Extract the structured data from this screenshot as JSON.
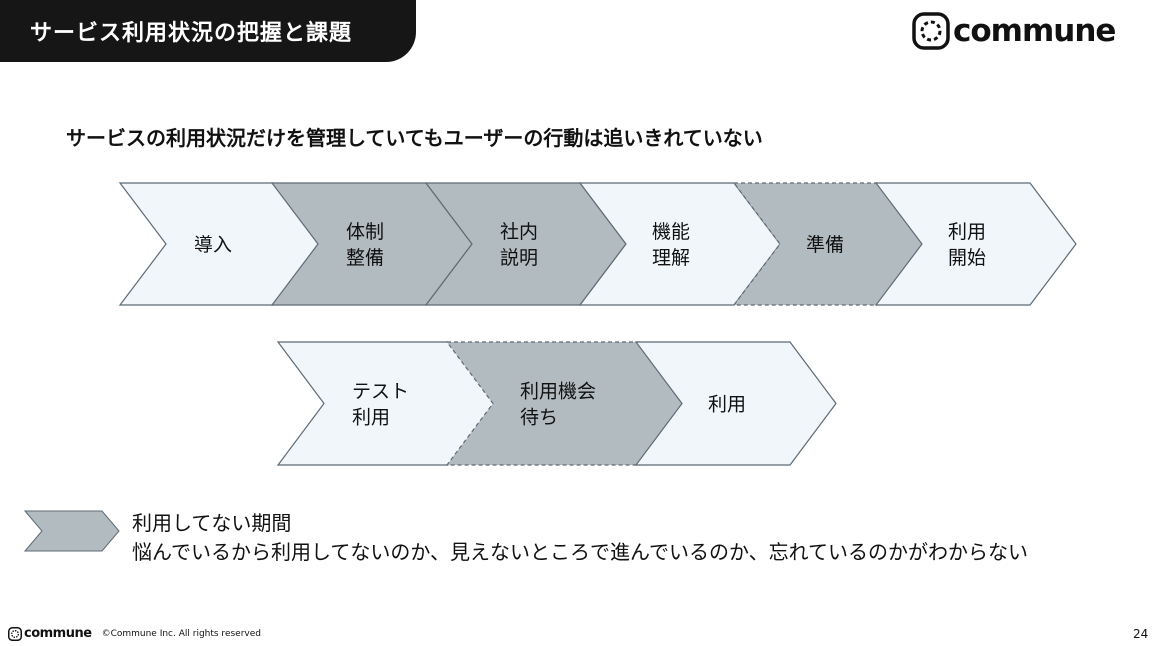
{
  "header": {
    "title": "サービス利用状況の把握と課題",
    "brand": "commune"
  },
  "subtitle": "サービスの利用状況だけを管理していてもユーザーの行動は追いきれていない",
  "colors": {
    "active_fill": "#F1F6FB",
    "idle_fill": "#B2BCC0",
    "stroke": "#5E6A74",
    "title_bar": "#161616"
  },
  "flow_row1": [
    {
      "lines": [
        "導入"
      ],
      "kind": "active"
    },
    {
      "lines": [
        "体制",
        "整備"
      ],
      "kind": "idle"
    },
    {
      "lines": [
        "社内",
        "説明"
      ],
      "kind": "idle"
    },
    {
      "lines": [
        "機能",
        "理解"
      ],
      "kind": "active"
    },
    {
      "lines": [
        "準備"
      ],
      "kind": "idle-dashed"
    },
    {
      "lines": [
        "利用",
        "開始"
      ],
      "kind": "active"
    }
  ],
  "flow_row2": [
    {
      "lines": [
        "テスト",
        "利用"
      ],
      "kind": "active"
    },
    {
      "lines": [
        "利用機会",
        "待ち"
      ],
      "kind": "idle-dashed"
    },
    {
      "lines": [
        "利用"
      ],
      "kind": "active"
    }
  ],
  "legend": {
    "title": "利用してない期間",
    "description": "悩んでいるから利用してないのか、見えないところで進んでいるのか、忘れているのかがわからない"
  },
  "footer": {
    "brand": "commune",
    "copyright": "©Commune Inc. All rights reserved",
    "page_number": "24"
  }
}
